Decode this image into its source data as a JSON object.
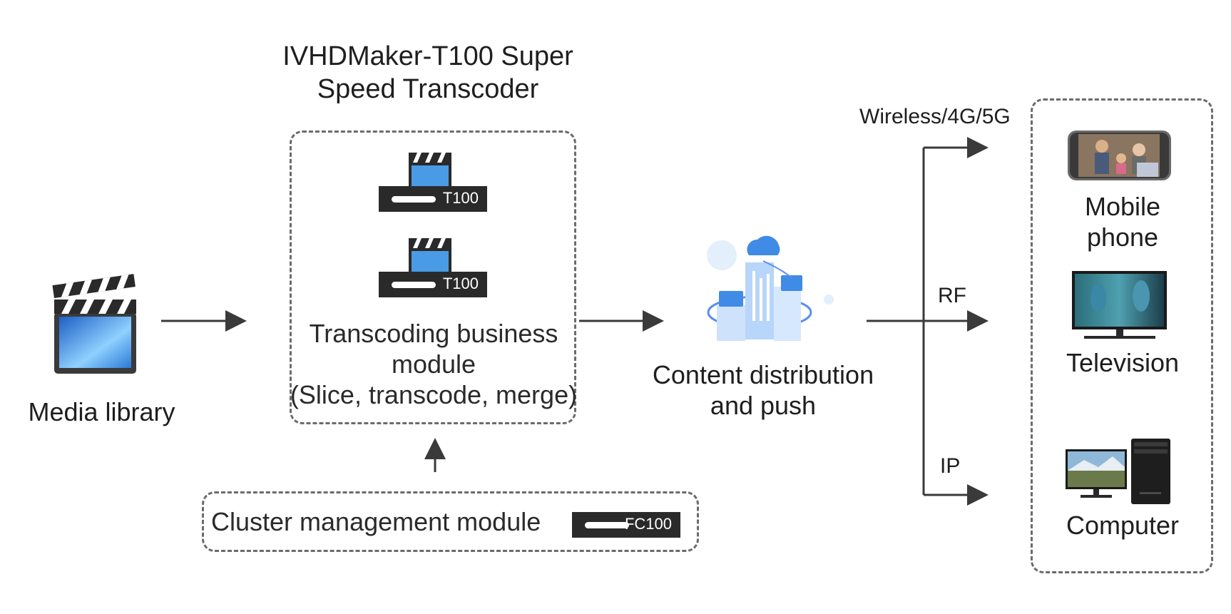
{
  "title": "IVHDMaker-T100 Super Speed Transcoder",
  "source": {
    "label": "Media library"
  },
  "transcoder": {
    "devices": [
      "T100",
      "T100"
    ],
    "label_line1": "Transcoding business",
    "label_line2": "module",
    "label_line3": "(Slice, transcode, merge)"
  },
  "cluster": {
    "label": "Cluster management module",
    "device": "FC100"
  },
  "distribution": {
    "label_line1": "Content distribution",
    "label_line2": "and push"
  },
  "channels": {
    "wireless": "Wireless/4G/5G",
    "rf": "RF",
    "ip": "IP"
  },
  "endpoints": {
    "mobile_line1": "Mobile",
    "mobile_line2": "phone",
    "television": "Television",
    "computer": "Computer"
  }
}
